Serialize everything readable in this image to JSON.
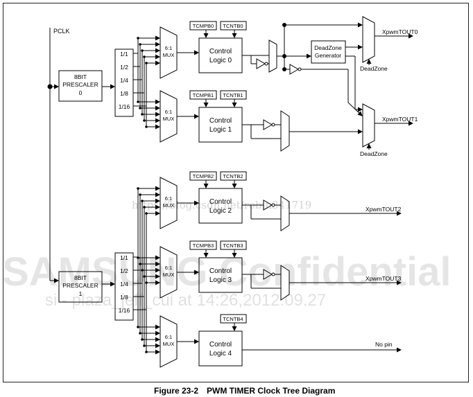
{
  "diagram": {
    "pclk_label": "PCLK",
    "prescalers": [
      {
        "line1": "8BIT",
        "line2": "PRESCALER",
        "line3": "0"
      },
      {
        "line1": "8BIT",
        "line2": "PRESCALER",
        "line3": "1"
      }
    ],
    "dividers": [
      "1/1",
      "1/2",
      "1/4",
      "1/8",
      "1/16"
    ],
    "mux_label_top": "6:1",
    "mux_label_bottom": "MUX",
    "channels": [
      {
        "tcmpb": "TCMPB0",
        "tcntb": "TCNTB0",
        "logic_line1": "Control",
        "logic_line2": "Logic 0"
      },
      {
        "tcmpb": "TCMPB1",
        "tcntb": "TCNTB1",
        "logic_line1": "Control",
        "logic_line2": "Logic 1"
      },
      {
        "tcmpb": "TCMPB2",
        "tcntb": "TCNTB2",
        "logic_line1": "Control",
        "logic_line2": "Logic 2",
        "output": "XpwmTOUT2"
      },
      {
        "tcmpb": "TCMPB3",
        "tcntb": "TCNTB3",
        "logic_line1": "Control",
        "logic_line2": "Logic 3",
        "output": "XpwmTOUT3"
      },
      {
        "tcntb": "TCNTB4",
        "logic_line1": "Control",
        "logic_line2": "Logic 4",
        "output": "No pin"
      }
    ],
    "deadzone_generator": {
      "line1": "DeadZone",
      "line2": "Generator"
    },
    "deadzone_labels": [
      "DeadZone",
      "DeadZone"
    ],
    "outputs_top": [
      "XpwmTOUT0",
      "XpwmTOUT1"
    ]
  },
  "watermarks": {
    "url": "https://blog.csdn.net/robin341719",
    "confidential": "SAMSUNG Confidential",
    "stamp": "si - plaza_jeff_cui at 14:26,2012.09.27"
  },
  "caption": {
    "number": "Figure 23-2",
    "title": "PWM TIMER Clock Tree Diagram"
  }
}
